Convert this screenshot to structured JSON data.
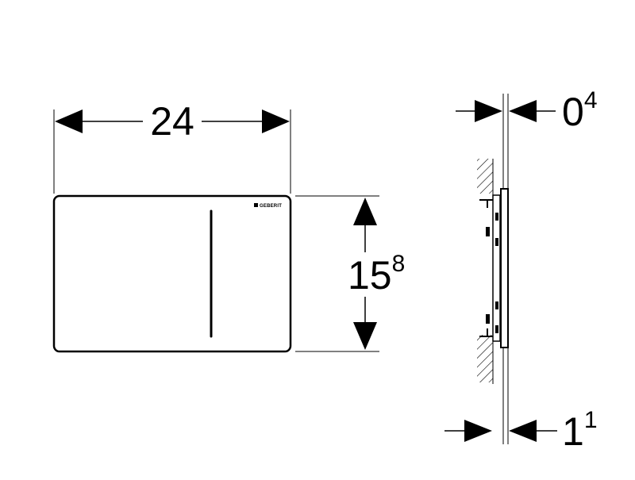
{
  "front_view": {
    "width_dimension": "24",
    "height_dimension": {
      "main": "15",
      "sup": "8"
    },
    "brand_logo": "GEBERIT"
  },
  "side_view": {
    "top_dimension": {
      "main": "0",
      "sup": "4"
    },
    "bottom_dimension": {
      "main": "1",
      "sup": "1"
    }
  }
}
